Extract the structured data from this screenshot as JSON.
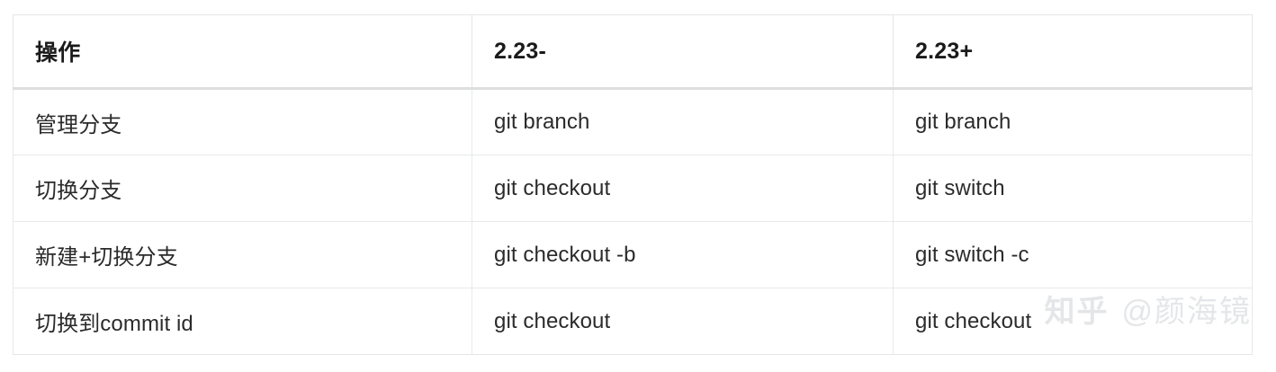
{
  "table": {
    "columns": [
      {
        "header": "操作"
      },
      {
        "header": "2.23-"
      },
      {
        "header": "2.23+"
      }
    ],
    "rows": [
      {
        "operation": "管理分支",
        "old": "git branch",
        "new": "git branch"
      },
      {
        "operation": "切换分支",
        "old": "git checkout",
        "new": "git switch"
      },
      {
        "operation": "新建+切换分支",
        "old": "git checkout -b",
        "new": "git switch -c"
      },
      {
        "operation": "切换到commit id",
        "old": "git checkout",
        "new": "git checkout"
      }
    ]
  },
  "watermark": {
    "logo": "知乎",
    "handle": "@颜海镜",
    "color": "#e4e6e8"
  },
  "colors": {
    "page_background": "#ffffff",
    "cell_background": "#ffffff",
    "header_text": "#1a1a1a",
    "body_text": "#2b2b2b",
    "border": "#e8e9ea",
    "header_rule": "#dcdee0"
  }
}
